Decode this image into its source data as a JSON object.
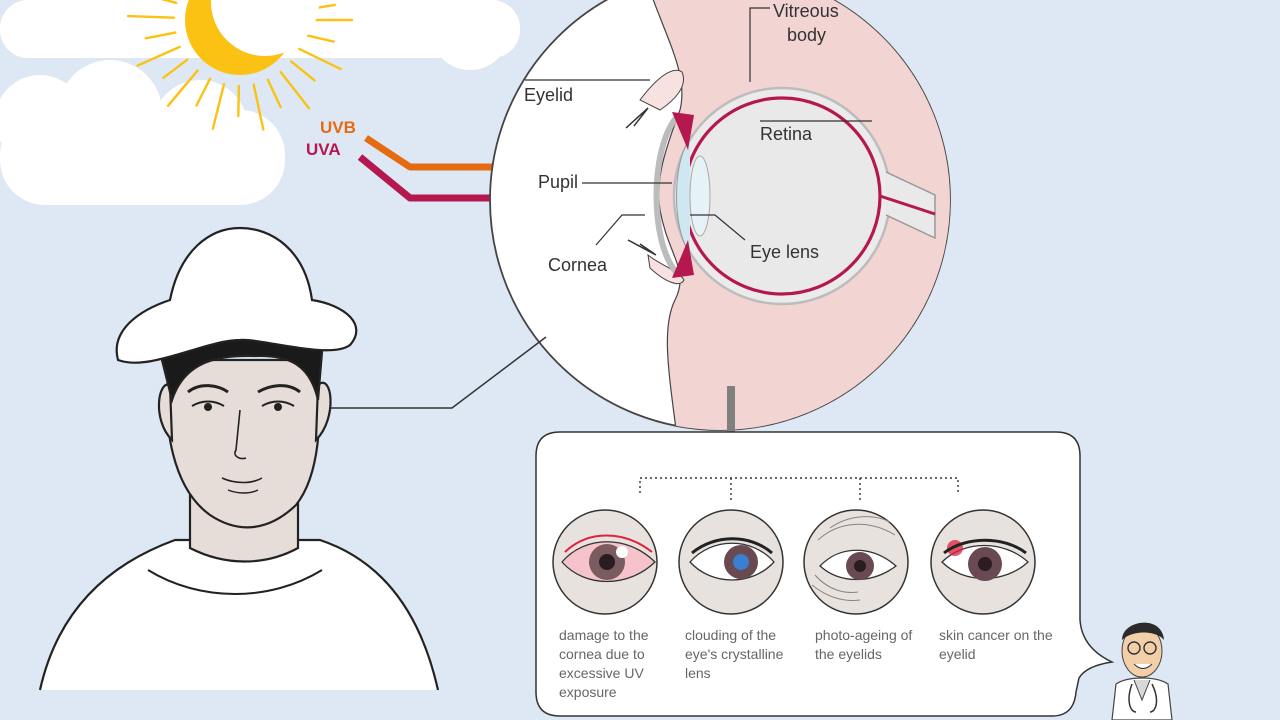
{
  "uv": {
    "uvb": "UVB",
    "uva": "UVA"
  },
  "anatomy": {
    "vitreous_line1": "Vitreous",
    "vitreous_line2": "body",
    "eyelid": "Eyelid",
    "retina": "Retina",
    "pupil": "Pupil",
    "cornea": "Cornea",
    "eye_lens": "Eye lens"
  },
  "effects": [
    {
      "caption": "damage to the cornea due to excessive UV exposure"
    },
    {
      "caption": "clouding of the eye's crystalline lens"
    },
    {
      "caption": "photo-ageing of the eyelids"
    },
    {
      "caption": "skin cancer on the eyelid"
    }
  ],
  "colors": {
    "uvb": "#e56b13",
    "uva": "#b5174f",
    "sun": "#fbc214",
    "skin_pink": "#f2d4d2",
    "background": "#dde8f4"
  }
}
